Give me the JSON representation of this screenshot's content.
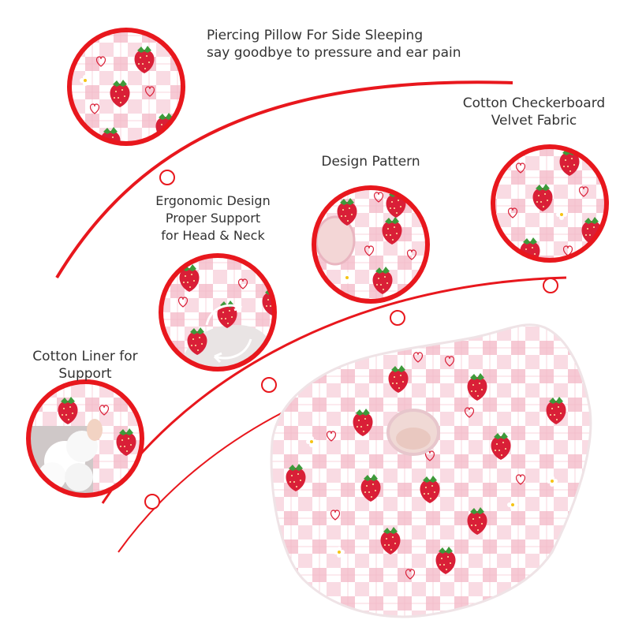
{
  "captions": {
    "top": [
      "Piercing Pillow For Side Sleeping",
      "say goodbye to pressure and ear pain"
    ],
    "fabric": [
      "Cotton Checkerboard",
      "Velvet Fabric"
    ],
    "pattern": [
      "Design Pattern"
    ],
    "ergonomic": [
      "Ergonomic Design",
      "Proper Support",
      "for Head & Neck"
    ],
    "liner": [
      "Cotton Liner for",
      "Support"
    ]
  },
  "colors": {
    "accent_red": "#e8171d",
    "pink_check": "#f6c9d4",
    "strawberry": "#d91f37",
    "leaf": "#3d9a3a",
    "text": "#333333"
  },
  "icons": [
    "strawberry-icon",
    "heart-icon",
    "daisy-icon",
    "rotate-arrows-icon"
  ]
}
